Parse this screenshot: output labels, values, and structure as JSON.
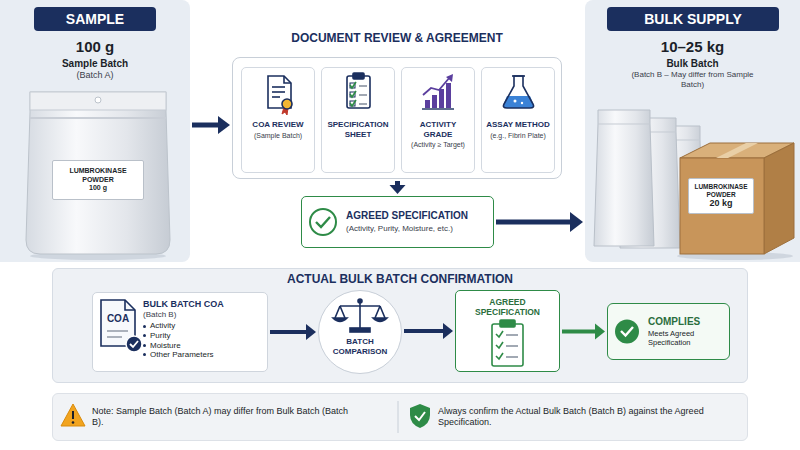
{
  "diagram": {
    "nodes": [
      {
        "text": [
          "100 g",
          "Sample Batch",
          "(Batch A)"
        ]
      },
      {
        "text": [
          "SAMPLE"
        ],
        "in": 0
      },
      {
        "text": [
          "LUMBROKINASE POWDER",
          "100 g"
        ],
        "in": 0
      },
      {
        "text": [
          "DOCUMENT REVIEW & AGREEMENT"
        ]
      },
      {
        "text": [
          "COA REVIEW",
          "(Sample Batch)"
        ],
        "in": 3
      },
      {
        "text": [
          "SPECIFICATION SHEET"
        ],
        "in": 3
      },
      {
        "text": [
          "ACTIVITY GRADE",
          "(Activity ≥ Target)"
        ],
        "in": 3
      },
      {
        "text": [
          "ASSAY METHOD",
          "(e.g., Fibrin Plate)"
        ],
        "in": 3
      },
      {
        "text": [
          "AGREED SPECIFICATION",
          "(Activity, Purity, Moisture, etc.)"
        ]
      },
      {
        "text": [
          "10–25 kg",
          "Bulk Batch",
          "(Batch B – May differ from Sample Batch)"
        ]
      },
      {
        "text": [
          "BULK SUPPLY"
        ],
        "in": 9
      },
      {
        "text": [
          "LUMBROKINASE POWDER",
          "20 kg"
        ],
        "in": 9
      },
      {
        "text": [
          "ACTUAL BULK BATCH CONFIRMATION"
        ]
      },
      {
        "text": [
          "COA",
          "BULK BATCH COA",
          "(Batch B)",
          "Activity",
          "Purity",
          "Moisture",
          "Other Parameters"
        ],
        "in": 12
      },
      {
        "text": [
          "BATCH COMPARISON"
        ],
        "in": 12
      },
      {
        "text": [
          "AGREED SPECIFICATION"
        ],
        "in": 12
      },
      {
        "text": [
          "COMPLIES",
          "Meets Agreed Specification"
        ],
        "in": 12
      },
      {
        "text": [
          "Note: Sample Batch (Batch A) may differ from Bulk Batch (Batch B).",
          "Always confirm the Actual Bulk Batch (Batch B) against the Agreed Specification."
        ]
      }
    ],
    "edges": [
      {
        "from": 0,
        "to": 3,
        "arrow": "to"
      },
      {
        "from": 3,
        "to": 8,
        "arrow": "to"
      },
      {
        "from": 8,
        "to": 9,
        "arrow": "to"
      },
      {
        "from": 13,
        "to": 14,
        "arrow": "to"
      },
      {
        "from": 14,
        "to": 15,
        "arrow": "to"
      },
      {
        "from": 15,
        "to": 16,
        "arrow": "to"
      }
    ]
  }
}
